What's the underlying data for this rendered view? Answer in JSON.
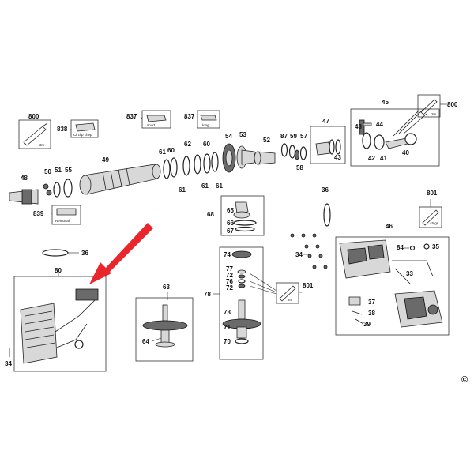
{
  "labels": {
    "l800a": "800",
    "l838": "838",
    "l837a": "837",
    "l837b": "837",
    "l48": "48",
    "l50": "50",
    "l51": "51",
    "l55": "55",
    "l49": "49",
    "l839": "839",
    "l61a": "61",
    "l60a": "60",
    "l62": "62",
    "l60b": "60",
    "l54": "54",
    "l53": "53",
    "l61b": "61",
    "l61c": "61",
    "l61d": "61",
    "l52": "52",
    "l87": "87",
    "l59": "59",
    "l57": "57",
    "l58": "58",
    "l47": "47",
    "l43a": "43",
    "l45": "45",
    "l43b": "43",
    "l44": "44",
    "l42": "42",
    "l41": "41",
    "l40": "40",
    "l800b": "800",
    "l36a": "36",
    "l801a": "801",
    "l68": "68",
    "l65": "65",
    "l66": "66",
    "l67": "67",
    "l46": "46",
    "l84": "84",
    "l35": "35",
    "l34a": "34",
    "l33": "33",
    "l36b": "36",
    "l80": "80",
    "l34b": "34",
    "l63": "63",
    "l64": "64",
    "l78": "78",
    "l74": "74",
    "l77": "77",
    "l72a": "72",
    "l76": "76",
    "l72b": "72",
    "l73": "73",
    "l71": "71",
    "l70": "70",
    "l801b": "801",
    "l37": "37",
    "l38": "38",
    "l39": "39"
  },
  "tags": {
    "short": "short",
    "long": "long",
    "circlip_chep": "Circlip chep",
    "removal": "Removal",
    "unit_3m": "3m",
    "unit_2m": "2m",
    "unit_45g": "45 gr"
  },
  "copyright": "©"
}
